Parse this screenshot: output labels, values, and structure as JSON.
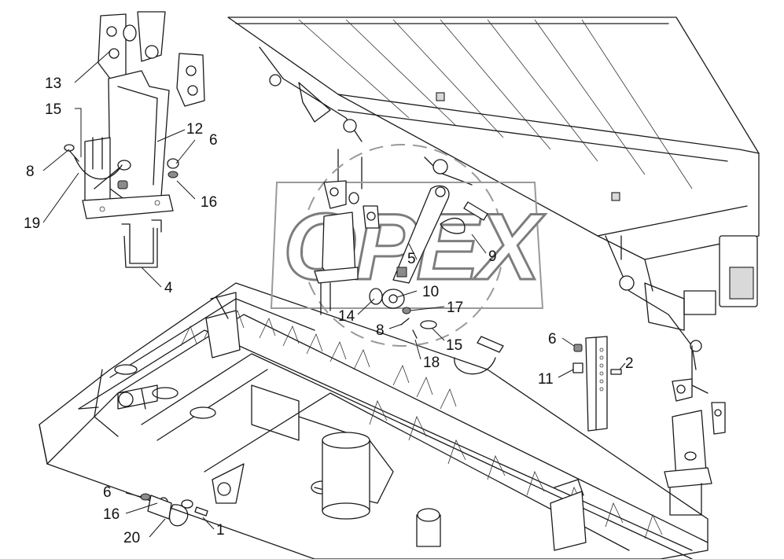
{
  "watermark": {
    "text": "OPEX"
  },
  "callouts": [
    {
      "id": "c13a",
      "label": "13"
    },
    {
      "id": "c15a",
      "label": "15"
    },
    {
      "id": "c12",
      "label": "12"
    },
    {
      "id": "c6a",
      "label": "6"
    },
    {
      "id": "c8a",
      "label": "8"
    },
    {
      "id": "c16a",
      "label": "16"
    },
    {
      "id": "c19",
      "label": "19"
    },
    {
      "id": "c4",
      "label": "4"
    },
    {
      "id": "c5",
      "label": "5"
    },
    {
      "id": "c9",
      "label": "9"
    },
    {
      "id": "c10",
      "label": "10"
    },
    {
      "id": "c14",
      "label": "14"
    },
    {
      "id": "c17",
      "label": "17"
    },
    {
      "id": "c8b",
      "label": "8"
    },
    {
      "id": "c15b",
      "label": "15"
    },
    {
      "id": "c18",
      "label": "18"
    },
    {
      "id": "c6b",
      "label": "6"
    },
    {
      "id": "c2",
      "label": "2"
    },
    {
      "id": "c11",
      "label": "11"
    },
    {
      "id": "c6c",
      "label": "6"
    },
    {
      "id": "c16b",
      "label": "16"
    },
    {
      "id": "c20",
      "label": "20"
    },
    {
      "id": "c1",
      "label": "1"
    }
  ]
}
